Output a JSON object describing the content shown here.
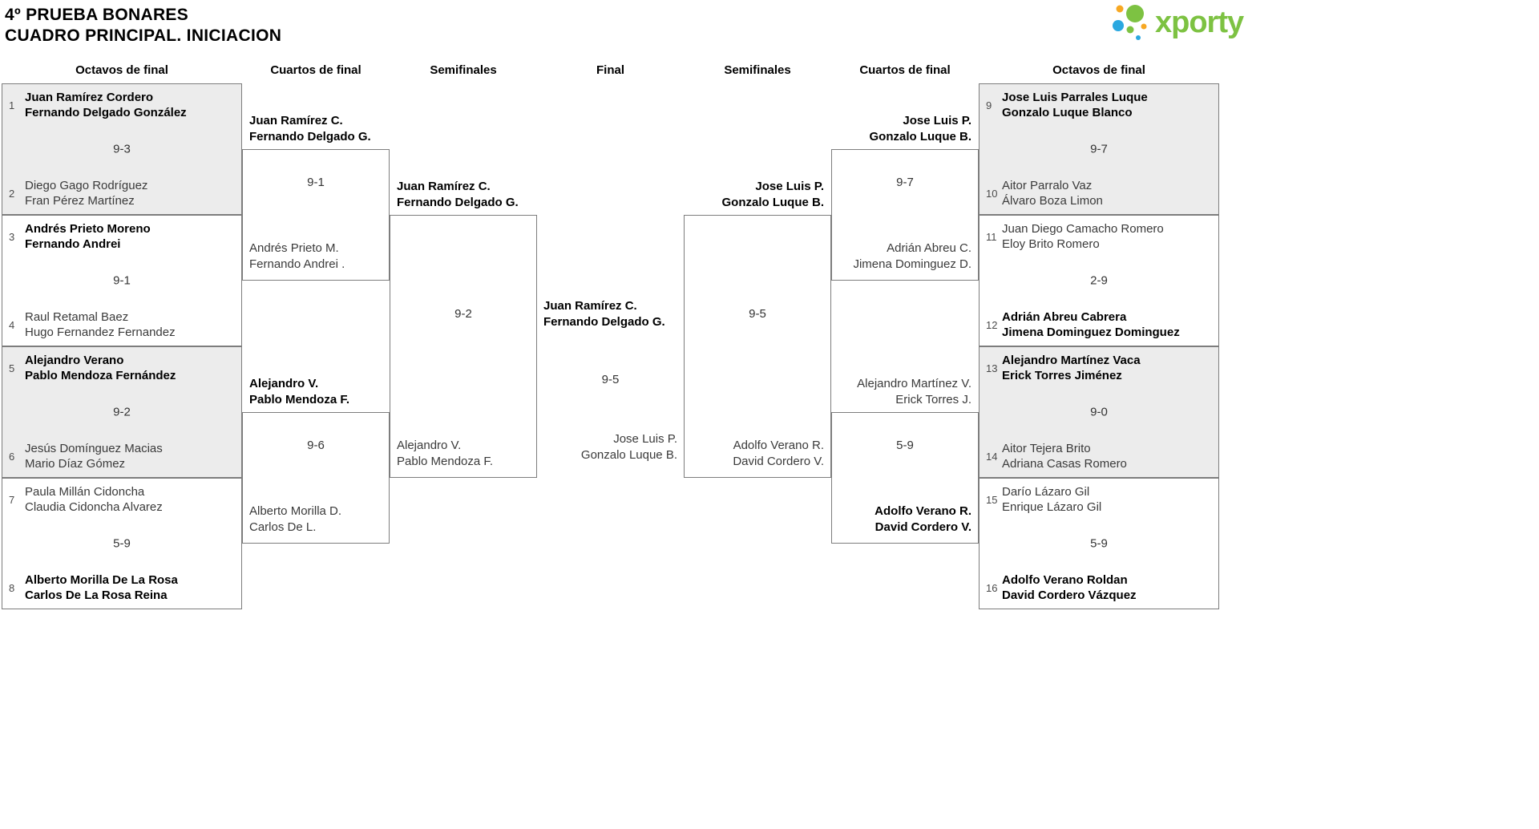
{
  "title": {
    "line1": "4º PRUEBA BONARES",
    "line2": "CUADRO PRINCIPAL. INICIACION"
  },
  "logo": {
    "text": "xporty",
    "green": "#7dc242",
    "orange": "#f7a823",
    "blue": "#2aa8e0"
  },
  "round_headers": [
    "Octavos de final",
    "Cuartos de final",
    "Semifinales",
    "Final",
    "Semifinales",
    "Cuartos de final",
    "Octavos de final"
  ],
  "colors": {
    "shaded_match_bg": "#ececec",
    "border": "#7d7d7d",
    "winner_text": "#000000",
    "player_text": "#3a3a3a"
  },
  "bracket": {
    "r16_left": [
      {
        "seed_a": "1",
        "team_a": [
          "Juan Ramírez Cordero",
          "Fernando Delgado González"
        ],
        "score": "9-3",
        "seed_b": "2",
        "team_b": [
          "Diego Gago Rodríguez",
          "Fran Pérez Martínez"
        ],
        "winner": "a",
        "shaded": true
      },
      {
        "seed_a": "3",
        "team_a": [
          "Andrés Prieto Moreno",
          "Fernando Andrei"
        ],
        "score": "9-1",
        "seed_b": "4",
        "team_b": [
          "Raul Retamal Baez",
          "Hugo Fernandez Fernandez"
        ],
        "winner": "a",
        "shaded": false
      },
      {
        "seed_a": "5",
        "team_a": [
          "Alejandro Verano",
          "Pablo Mendoza Fernández"
        ],
        "score": "9-2",
        "seed_b": "6",
        "team_b": [
          "Jesús Domínguez Macias",
          "Mario Díaz Gómez"
        ],
        "winner": "a",
        "shaded": true
      },
      {
        "seed_a": "7",
        "team_a": [
          "Paula Millán Cidoncha",
          "Claudia Cidoncha Alvarez"
        ],
        "score": "5-9",
        "seed_b": "8",
        "team_b": [
          "Alberto Morilla De La Rosa",
          "Carlos De La Rosa Reina"
        ],
        "winner": "b",
        "shaded": false
      }
    ],
    "r16_right": [
      {
        "seed_a": "9",
        "team_a": [
          "Jose Luis Parrales Luque",
          "Gonzalo Luque Blanco"
        ],
        "score": "9-7",
        "seed_b": "10",
        "team_b": [
          "Aitor Parralo Vaz",
          "Álvaro Boza Limon"
        ],
        "winner": "a",
        "shaded": true
      },
      {
        "seed_a": "11",
        "team_a": [
          "Juan Diego Camacho Romero",
          "Eloy Brito Romero"
        ],
        "score": "2-9",
        "seed_b": "12",
        "team_b": [
          "Adrián Abreu Cabrera",
          "Jimena Dominguez Dominguez"
        ],
        "winner": "b",
        "shaded": false
      },
      {
        "seed_a": "13",
        "team_a": [
          "Alejandro Martínez Vaca",
          "Erick Torres Jiménez"
        ],
        "score": "9-0",
        "seed_b": "14",
        "team_b": [
          "Aitor Tejera Brito",
          "Adriana Casas Romero"
        ],
        "winner": "a",
        "shaded": true
      },
      {
        "seed_a": "15",
        "team_a": [
          "Darío Lázaro Gil",
          "Enrique Lázaro Gil"
        ],
        "score": "5-9",
        "seed_b": "16",
        "team_b": [
          "Adolfo Verano Roldan",
          "David Cordero Vázquez"
        ],
        "winner": "b",
        "shaded": false
      }
    ],
    "qf_left": [
      {
        "top": [
          "Juan Ramírez C.",
          "Fernando Delgado G."
        ],
        "top_bold": true,
        "score": "9-1",
        "bottom": [
          "Andrés Prieto M.",
          "Fernando Andrei ."
        ],
        "bottom_bold": false
      },
      {
        "top": [
          "Alejandro V.",
          "Pablo Mendoza F."
        ],
        "top_bold": true,
        "score": "9-6",
        "bottom": [
          "Alberto Morilla D.",
          "Carlos De L."
        ],
        "bottom_bold": false
      }
    ],
    "qf_right": [
      {
        "top": [
          "Jose Luis P.",
          "Gonzalo Luque B."
        ],
        "top_bold": true,
        "score": "9-7",
        "bottom": [
          "Adrián Abreu C.",
          "Jimena Dominguez D."
        ],
        "bottom_bold": false
      },
      {
        "top": [
          "Alejandro Martínez V.",
          "Erick Torres J."
        ],
        "top_bold": false,
        "score": "5-9",
        "bottom": [
          "Adolfo Verano R.",
          "David Cordero V."
        ],
        "bottom_bold": true
      }
    ],
    "sf_left": {
      "top": [
        "Juan Ramírez C.",
        "Fernando Delgado G."
      ],
      "top_bold": true,
      "score": "9-2",
      "bottom": [
        "Alejandro V.",
        "Pablo Mendoza F."
      ],
      "bottom_bold": false
    },
    "sf_right": {
      "top": [
        "Jose Luis P.",
        "Gonzalo Luque B."
      ],
      "top_bold": true,
      "score": "9-5",
      "bottom": [
        "Adolfo Verano R.",
        "David Cordero V."
      ],
      "bottom_bold": false
    },
    "final": {
      "winner": [
        "Juan Ramírez C.",
        "Fernando Delgado G."
      ],
      "score": "9-5",
      "runner_up": [
        "Jose Luis P.",
        "Gonzalo Luque B."
      ]
    }
  }
}
